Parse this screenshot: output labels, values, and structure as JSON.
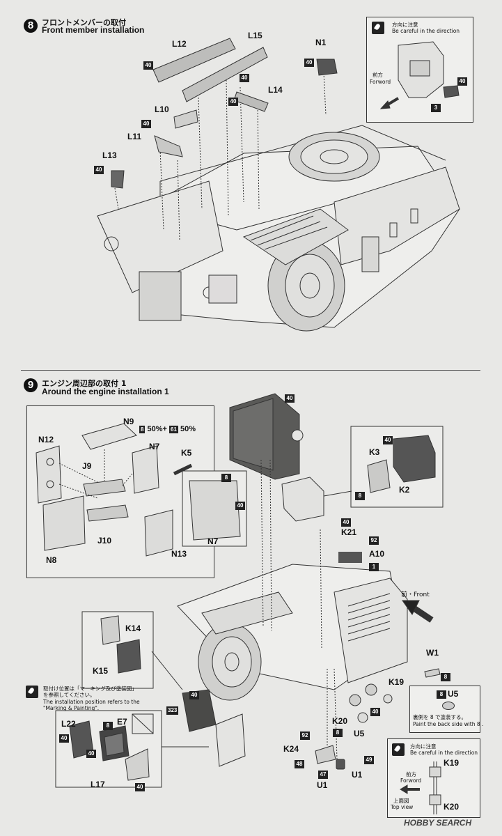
{
  "step8": {
    "number": "8",
    "title_jp": "フロントメンバーの取付",
    "title_en": "Front member installation",
    "parts": [
      "L12",
      "L15",
      "N1",
      "L14",
      "L10",
      "L11",
      "L13"
    ],
    "color_badges": [
      "40",
      "40",
      "40",
      "40",
      "40",
      "40"
    ],
    "note": {
      "jp": "方向に注意",
      "en": "Be careful in the direction",
      "front_jp": "前方",
      "front_en": "Forword",
      "badge_a": "40",
      "badge_b": "3"
    }
  },
  "step9": {
    "number": "9",
    "title_jp": "エンジン周辺部の取付 1",
    "title_en": "Around the engine installation 1",
    "mix": {
      "color_a": "8",
      "pct_a": "50%+",
      "color_b": "61",
      "pct_b": "50%"
    },
    "parts": {
      "n9": "N9",
      "n12": "N12",
      "n7": "N7",
      "k5": "K5",
      "j9": "J9",
      "j10": "J10",
      "n8": "N8",
      "n13": "N13",
      "n7b": "N7",
      "k3": "K3",
      "k2": "K2",
      "k21": "K21",
      "a10": "A10",
      "k14": "K14",
      "k15": "K15",
      "w1": "W1",
      "k19": "K19",
      "u5": "U5",
      "k20": "K20",
      "u5b": "U5",
      "k24": "K24",
      "u1": "U1",
      "u1b": "U1",
      "l22": "L22",
      "e7": "E7",
      "l17": "L17"
    },
    "badges": {
      "engine": "40",
      "n7_a": "8",
      "n7_b": "40",
      "k3": "40",
      "k_box": "8",
      "k21": "40",
      "a10_a": "92",
      "a10_b": "1",
      "w1": "8",
      "k24_a": "92",
      "k24_b": "8",
      "k24_c": "48",
      "u1_a": "47",
      "u1_b": "49",
      "k20": "40",
      "k14": "40",
      "k15": "323",
      "l22": "40",
      "e7_a": "8",
      "e7_b": "40",
      "l17": "40"
    },
    "front": "前・Front",
    "paint_note": {
      "jp1": "取付け位置は「マーキング及び塗装図」",
      "jp2": "を参照してください。",
      "en1": "The installation position refers to the",
      "en2": "\"Marking & Painting\"."
    },
    "u5_note": {
      "badge": "8",
      "part": "U5",
      "jp": "裏側を 8 で塗装する。",
      "en": "Paint the back side with 8 ."
    },
    "dir_note": {
      "jp": "方向に注意",
      "en": "Be careful in the direction",
      "part_top": "K19",
      "front_jp": "前方",
      "front_en": "Forword",
      "top_jp": "上面図",
      "top_en": "Top view",
      "part_bottom": "K20"
    }
  },
  "watermark": "HOBBY SEARCH"
}
